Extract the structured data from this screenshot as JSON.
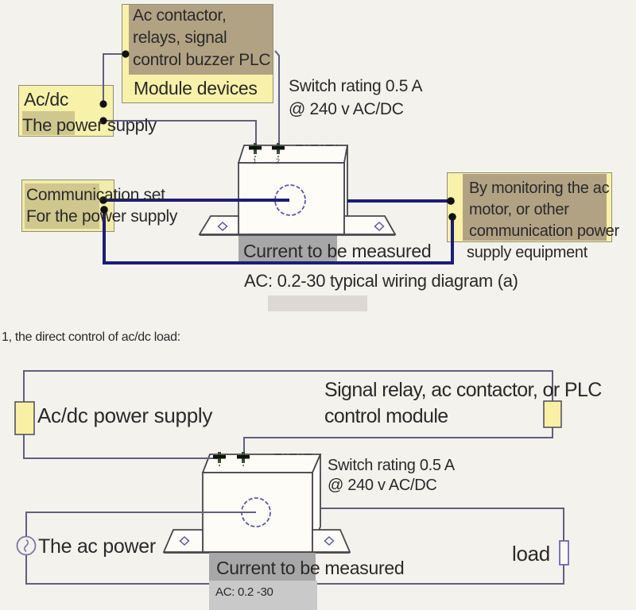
{
  "diagram_top": {
    "plc_box": {
      "line1": "Ac contactor,",
      "line2": "relays, signal",
      "line3": "control buzzer PLC",
      "footer": "Module devices"
    },
    "acdc_box": {
      "line1": "Ac/dc",
      "line2": "The power supply"
    },
    "comm_box": {
      "line1": "Communication set",
      "line2": "For the power supply"
    },
    "switch_rating": {
      "line1": "Switch rating 0.5 A",
      "line2": "@ 240 v AC/DC"
    },
    "monitor_box": {
      "line1": "By monitoring the ac",
      "line2": "motor, or other",
      "line3": "communication power",
      "line4": "supply equipment"
    },
    "current_label": "Current to be measured",
    "caption": "AC: 0.2-30 typical wiring diagram (a)",
    "terminal1": "1",
    "terminal2": "2"
  },
  "diagram_bottom": {
    "heading": "1, the direct control of ac/dc load:",
    "supply_label": "Ac/dc power supply",
    "relay_label": {
      "line1": "Signal relay, ac contactor, or PLC",
      "line2": "control module"
    },
    "switch_rating": {
      "line1": "Switch rating 0.5 A",
      "line2": "@ 240 v AC/DC"
    },
    "ac_power_label": "The ac power",
    "load_label": "load",
    "current_label": "Current to be measured",
    "range_label": "AC: 0.2 -30"
  },
  "colors": {
    "background": "#f4f2ed",
    "navy_wire": "#1d1d78",
    "thin_wire": "#60607e",
    "sensor_outline": "#47474d",
    "circle_purple": "#5b59a6",
    "box_yellow": "#f8f1a9",
    "box_tan": "#b2a284",
    "box_khaki": "#cfc78e",
    "gray_patch": "#a7a7a7",
    "gray_patch_light": "#c9c9c9"
  }
}
